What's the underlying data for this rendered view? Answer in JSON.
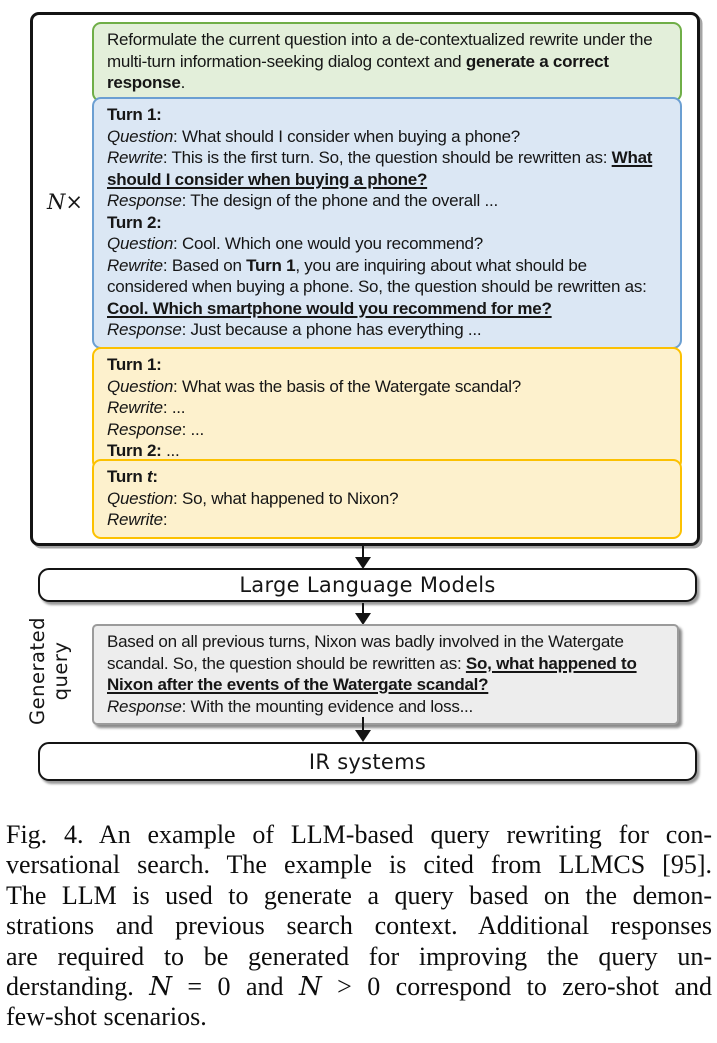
{
  "colors": {
    "instruction_bg": "#e3efda",
    "instruction_border": "#6fae47",
    "demo_phone_bg": "#dbe7f4",
    "demo_phone_border": "#6b9fd2",
    "demo_watergate_bg": "#fdf1cd",
    "demo_watergate_border": "#fcc101",
    "generated_query_bg": "#ededed",
    "generated_query_border": "#9b9b9b",
    "outline": "#141414"
  },
  "figure": {
    "n_label": [
      [
        {
          "t": "N",
          "s": "m"
        },
        {
          "t": "×"
        }
      ]
    ],
    "instruction_box": {
      "lines": [
        [
          {
            "t": "Reformulate the current question into a de-contextualized rewrite under the multi-turn information-seeking dialog context and "
          },
          {
            "t": "generate a correct response",
            "s": "b"
          },
          {
            "t": "."
          }
        ]
      ]
    },
    "demo_phone_box": {
      "lines": [
        [
          {
            "t": "Turn 1:",
            "s": "b"
          }
        ],
        [
          {
            "t": "Question",
            "s": "i"
          },
          {
            "t": ": What should I consider when buying a phone?"
          }
        ],
        [
          {
            "t": "Rewrite",
            "s": "i"
          },
          {
            "t": ": This is the first turn. So, the question should be rewritten as: "
          },
          {
            "t": "What should I consider when buying a phone?",
            "s": "bu"
          }
        ],
        [
          {
            "t": "Response",
            "s": "i"
          },
          {
            "t": ": The design of the phone and the overall ..."
          }
        ],
        [
          {
            "t": "Turn 2:",
            "s": "b"
          }
        ],
        [
          {
            "t": "Question",
            "s": "i"
          },
          {
            "t": ": Cool. Which one would you recommend?"
          }
        ],
        [
          {
            "t": "Rewrite",
            "s": "i"
          },
          {
            "t": ": Based on "
          },
          {
            "t": "Turn 1",
            "s": "b"
          },
          {
            "t": ", you are inquiring about what should be considered when buying a phone. So, the question should be rewritten as: "
          },
          {
            "t": "Cool. Which smartphone would you recommend for me?",
            "s": "bu"
          }
        ],
        [
          {
            "t": "Response",
            "s": "i"
          },
          {
            "t": ": Just because a phone has everything ..."
          }
        ]
      ]
    },
    "demo_watergate_box": {
      "lines": [
        [
          {
            "t": "Turn 1:",
            "s": "b"
          }
        ],
        [
          {
            "t": "Question",
            "s": "i"
          },
          {
            "t": ": What was the basis of the Watergate scandal?"
          }
        ],
        [
          {
            "t": "Rewrite",
            "s": "i"
          },
          {
            "t": ": ..."
          }
        ],
        [
          {
            "t": "Response",
            "s": "i"
          },
          {
            "t": ": ..."
          }
        ],
        [
          {
            "t": "Turn 2:",
            "s": "b"
          },
          {
            "t": " ..."
          }
        ]
      ]
    },
    "current_turn_box": {
      "lines": [
        [
          {
            "t": "Turn ",
            "s": "b"
          },
          {
            "t": "t",
            "s": "bi"
          },
          {
            "t": ":",
            "s": "b"
          }
        ],
        [
          {
            "t": "Question",
            "s": "i"
          },
          {
            "t": ": So, what happened to Nixon?"
          }
        ],
        [
          {
            "t": "Rewrite",
            "s": "i"
          },
          {
            "t": ":"
          }
        ]
      ]
    },
    "llm_label": "Large Language Models",
    "generated_query": {
      "side_label": [
        "Generated",
        "query"
      ],
      "box_lines": [
        [
          {
            "t": "Based on all previous turns, Nixon was badly involved in the Watergate scandal. So, the question should be rewritten as: "
          },
          {
            "t": "So, what happened to Nixon after the events of the Watergate scandal?",
            "s": "bu"
          }
        ],
        [
          {
            "t": "Response",
            "s": "i"
          },
          {
            "t": ": With the mounting evidence and loss..."
          }
        ]
      ]
    },
    "ir_label": "IR systems"
  },
  "caption": {
    "lines": [
      [
        {
          "t": "Fig. 4. An example of LLM-based query rewriting for con-"
        }
      ],
      [
        {
          "t": "versational search. The example is cited from LLMCS [95]."
        }
      ],
      [
        {
          "t": "The LLM is used to generate a query based on the demon-"
        }
      ],
      [
        {
          "t": "strations and previous search context. Additional responses"
        }
      ],
      [
        {
          "t": "are required to be generated for improving the query un-"
        }
      ],
      [
        {
          "t": "derstanding. "
        },
        {
          "t": "N",
          "s": "m"
        },
        {
          "t": " = 0 and "
        },
        {
          "t": "N",
          "s": "m"
        },
        {
          "t": " > 0 correspond to zero-shot and"
        }
      ],
      [
        {
          "t": "few-shot scenarios."
        }
      ]
    ]
  }
}
